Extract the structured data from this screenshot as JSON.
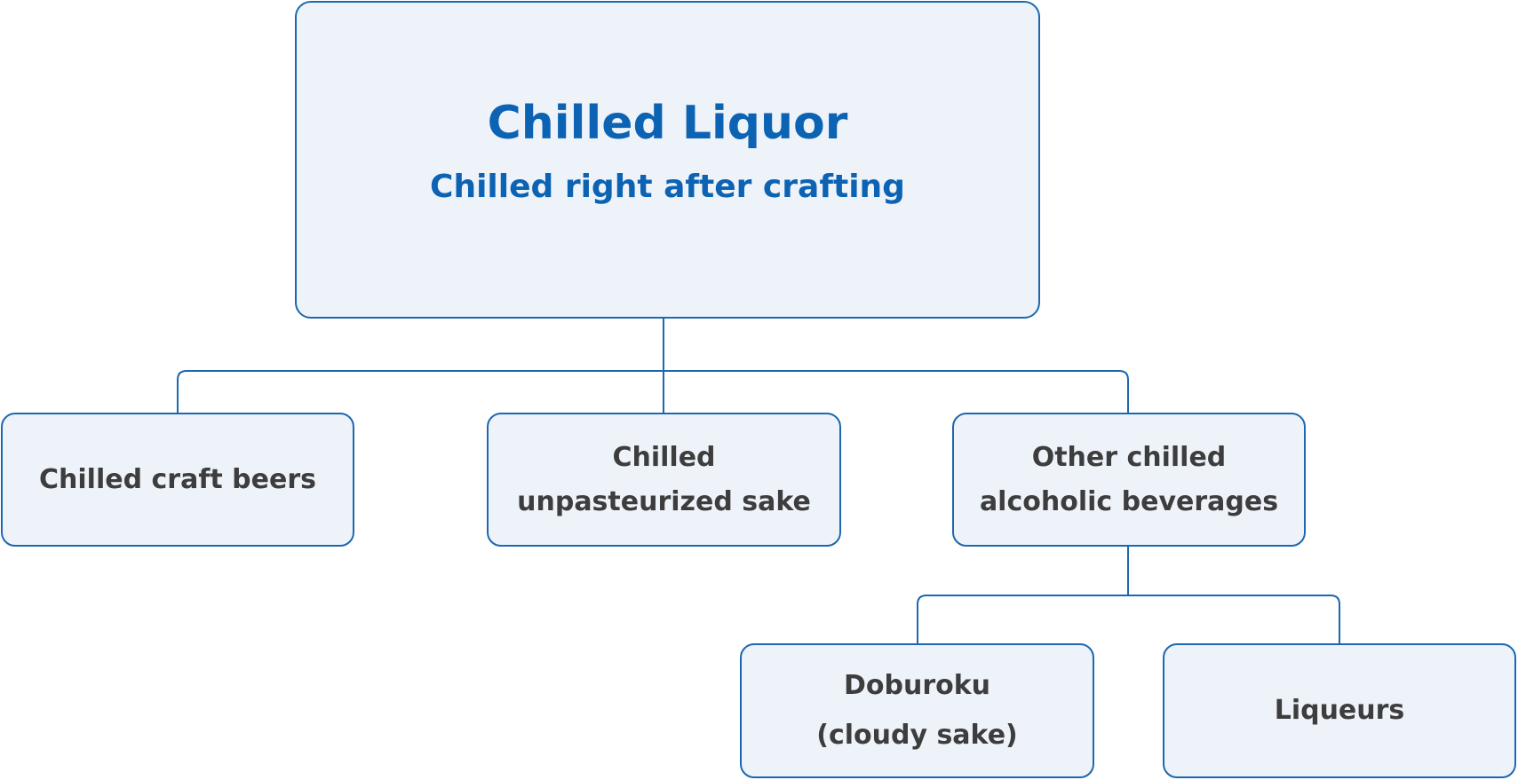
{
  "root": {
    "title": "Chilled Liquor",
    "subtitle": "Chilled right after crafting"
  },
  "children": [
    {
      "lines": [
        "Chilled craft beers"
      ]
    },
    {
      "lines": [
        "Chilled",
        "unpasteurized sake"
      ]
    },
    {
      "lines": [
        "Other chilled",
        "alcoholic beverages"
      ],
      "children": [
        {
          "lines": [
            "Doburoku",
            "(cloudy sake)"
          ]
        },
        {
          "lines": [
            "Liqueurs"
          ]
        }
      ]
    }
  ],
  "colors": {
    "border": "#1c68b0",
    "fill": "#eef3fa",
    "title": "#0c63b3",
    "text": "#3d3d3d"
  }
}
